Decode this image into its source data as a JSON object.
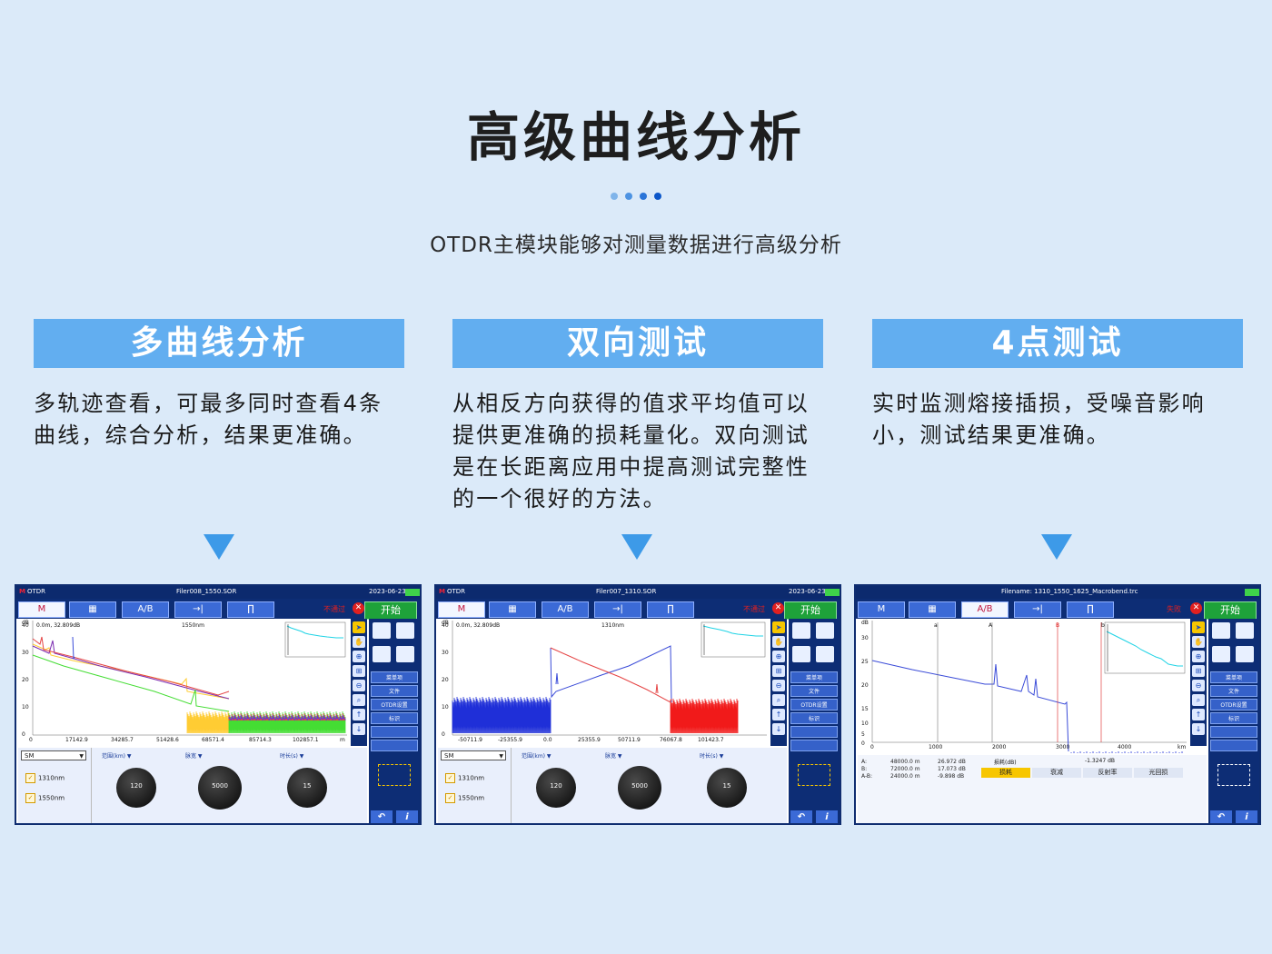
{
  "header": {
    "title": "高级曲线分析",
    "subtitle": "OTDR主模块能够对测量数据进行高级分析",
    "dot_colors": [
      "#7fb4ea",
      "#4d93e2",
      "#2a74d8",
      "#0b56c9"
    ]
  },
  "features": [
    {
      "title": "多曲线分析",
      "desc": "多轨迹查看，可最多同时查看4条曲线，综合分析，结果更准确。"
    },
    {
      "title": "双向测试",
      "desc": "从相反方向获得的值求平均值可以提供更准确的损耗量化。双向测试是在长距离应用中提高测试完整性的一个很好的方法。"
    },
    {
      "title": "4点测试",
      "desc": "实时监测熔接插损，受噪音影响小，测试结果更准确。"
    }
  ],
  "colors": {
    "accent": "#62aef0",
    "arrow": "#3d9ae8",
    "frame": "#0f2d70"
  },
  "screens": [
    {
      "app": "OTDR",
      "filename": "Filer008_1550.SOR",
      "date": "2023-06-23",
      "status": "不通过",
      "start": "开始",
      "wavelength": "1550nm",
      "cursor": "0.0m, 32.809dB",
      "y_unit": "dB",
      "x_unit": "m",
      "y_ticks": [
        "40",
        "30",
        "20",
        "10",
        "0"
      ],
      "x_ticks": [
        "0",
        "17142.9",
        "34285.7",
        "51428.6",
        "68571.4",
        "85714.3",
        "102857.1"
      ],
      "mode": "SM",
      "waves": [
        "1310nm",
        "1550nm"
      ],
      "knobs": [
        {
          "label": "范围(km) ▼",
          "value": "120"
        },
        {
          "label": "脉宽 ▼",
          "value": "5000"
        },
        {
          "label": "时长(s) ▼",
          "value": "15"
        }
      ],
      "buttons": [
        "菜单项",
        "文件",
        "OTDR设置",
        "标识"
      ]
    },
    {
      "app": "OTDR",
      "filename": "Filer007_1310.SOR",
      "date": "2023-06-23",
      "status": "不通过",
      "start": "开始",
      "wavelength": "1310nm",
      "cursor": "0.0m, 32.809dB",
      "y_unit": "dB",
      "x_unit": "m",
      "y_ticks": [
        "40",
        "30",
        "20",
        "10",
        "0"
      ],
      "x_ticks": [
        "-50711.9",
        "-25355.9",
        "0.0",
        "25355.9",
        "50711.9",
        "76067.8",
        "101423.7"
      ],
      "mode": "SM",
      "waves": [
        "1310nm",
        "1550nm"
      ],
      "knobs": [
        {
          "label": "范围(km) ▼",
          "value": "120"
        },
        {
          "label": "脉宽 ▼",
          "value": "5000"
        },
        {
          "label": "时长(s) ▼",
          "value": "15"
        }
      ],
      "buttons": [
        "菜单项",
        "文件",
        "OTDR设置",
        "标识"
      ]
    },
    {
      "app": "",
      "filename": "Filename: 1310_1550_1625_Macrobend.trc",
      "date": "",
      "status": "失败",
      "start": "开始",
      "y_unit": "dB",
      "x_unit": "km",
      "y_ticks": [
        "30",
        "25",
        "20",
        "15",
        "10",
        "5",
        "0"
      ],
      "x_ticks": [
        "0",
        "1000",
        "2000",
        "3000",
        "4000"
      ],
      "markers": [
        "a",
        "A",
        "B",
        "b"
      ],
      "table": {
        "rows": [
          [
            "A:",
            "48000.0 m",
            "26.972 dB"
          ],
          [
            "B:",
            "72000.0 m",
            "17.073 dB"
          ],
          [
            "A-B:",
            "24000.0 m",
            "-9.898 dB"
          ]
        ],
        "loss_label": "损耗(dB)",
        "loss_value": "-1.3247 dB",
        "tabs": [
          "损耗",
          "衰减",
          "反射率",
          "光回损"
        ]
      },
      "buttons": [
        "菜单项",
        "文件",
        "OTDR设置",
        "标识"
      ]
    }
  ]
}
